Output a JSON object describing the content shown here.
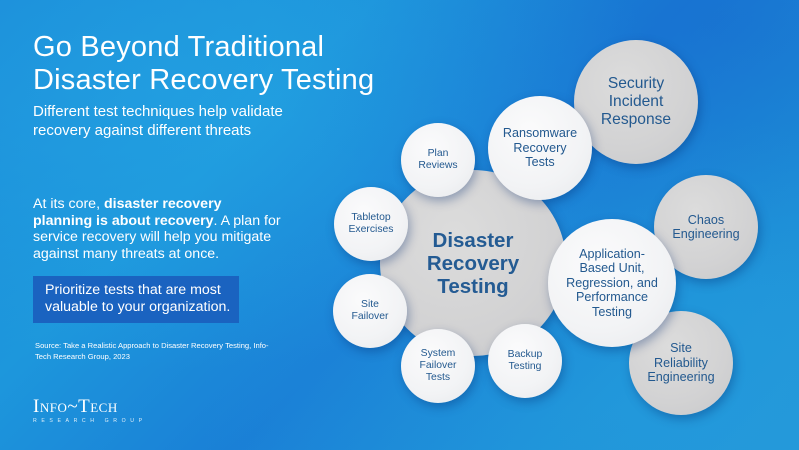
{
  "header": {
    "title": "Go Beyond Traditional Disaster Recovery Testing",
    "subtitle": "Different test techniques help validate recovery against different threats"
  },
  "body": {
    "intro_prefix": "At its core, ",
    "intro_bold": "disaster recovery planning is about recovery",
    "intro_suffix": ". A plan for service recovery will help you mitigate against many threats at once.",
    "callout": "Prioritize tests that are most valuable to your organization.",
    "source": "Source: Take a Realistic Approach to Disaster Recovery Testing, Info-Tech Research Group, 2023"
  },
  "logo": {
    "name": "Info~Tech",
    "tagline": "RESEARCH GROUP"
  },
  "diagram": {
    "center": {
      "label": "Disaster\nRecovery\nTesting"
    },
    "traditional_tests": [
      {
        "label": "Plan\nReviews"
      },
      {
        "label": "Tabletop\nExercises"
      },
      {
        "label": "Site\nFailover"
      },
      {
        "label": "System\nFailover\nTests"
      },
      {
        "label": "Backup\nTesting"
      },
      {
        "label": "Ransomware\nRecovery\nTests"
      },
      {
        "label": "Application-\nBased Unit,\nRegression, and\nPerformance\nTesting"
      }
    ],
    "beyond_tests": [
      {
        "label": "Security\nIncident\nResponse"
      },
      {
        "label": "Chaos\nEngineering"
      },
      {
        "label": "Site\nReliability\nEngineering"
      }
    ]
  },
  "colors": {
    "background": "#1a8ad8",
    "callout_bg": "#1a63c0",
    "circle_text": "#23598f",
    "white_circle": "#f2f3f5",
    "grey_circle": "#d2d2d3"
  }
}
